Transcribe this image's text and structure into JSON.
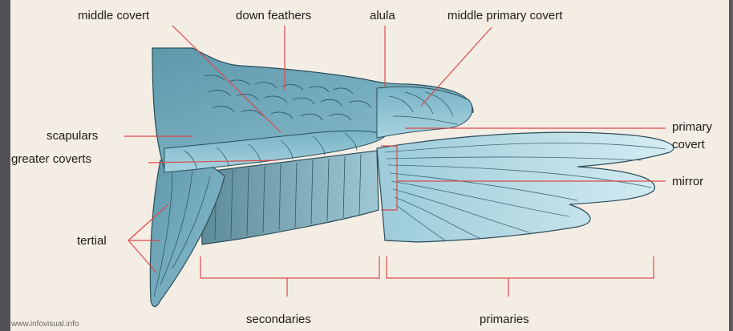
{
  "labels": {
    "middle_covert": "middle covert",
    "down_feathers": "down feathers",
    "alula": "alula",
    "middle_primary_covert": "middle primary covert",
    "scapulars": "scapulars",
    "greater_coverts": "greater coverts",
    "primary_covert_line1": "primary",
    "primary_covert_line2": "covert",
    "mirror": "mirror",
    "tertial": "tertial",
    "secondaries": "secondaries",
    "primaries": "primaries"
  },
  "credit": "www.infovisual.info",
  "colors": {
    "leader_line": "#d94a4a",
    "wing_light": "#bfe0ea",
    "wing_mid": "#8fc3d3",
    "wing_dark": "#5f95a6",
    "outline": "#2a4e5a"
  }
}
